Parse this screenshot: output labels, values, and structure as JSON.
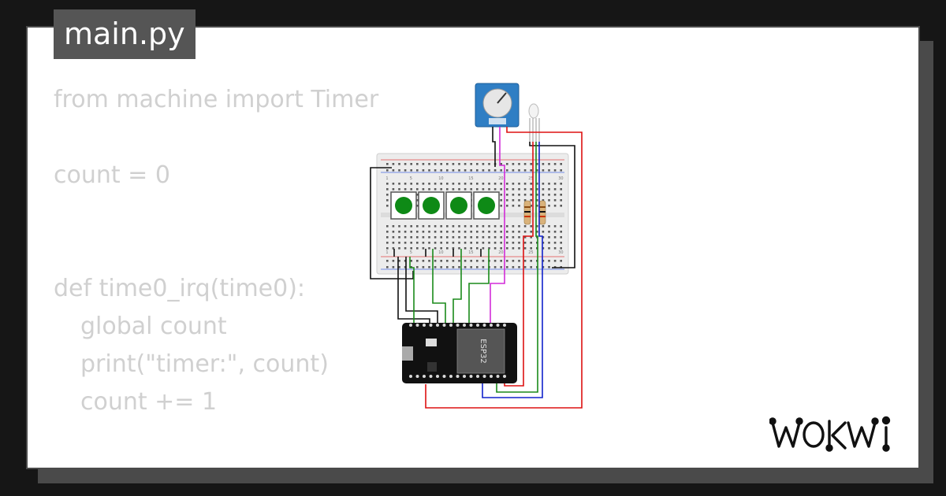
{
  "file": {
    "name": "main.py"
  },
  "code": {
    "lines": [
      "from machine import Timer",
      "",
      "count = 0",
      "",
      "",
      "def time0_irq(time0):",
      "global count",
      "print(\"timer:\", count)",
      "count += 1"
    ]
  },
  "diagram": {
    "breadboard_labels": [
      "1",
      "5",
      "10",
      "15",
      "20",
      "25",
      "30"
    ],
    "row_labels": [
      "a",
      "b",
      "c",
      "d",
      "e",
      "f",
      "g",
      "h",
      "i",
      "j"
    ],
    "chip_label": "ESP32",
    "button_color": "#0e8a16",
    "wire_colors": {
      "signal": "#d22cd8",
      "red": "#dd1111",
      "blue": "#1122cc",
      "green": "#1a8a1a",
      "black": "#111111"
    }
  },
  "brand": {
    "name": "WOKWI"
  }
}
